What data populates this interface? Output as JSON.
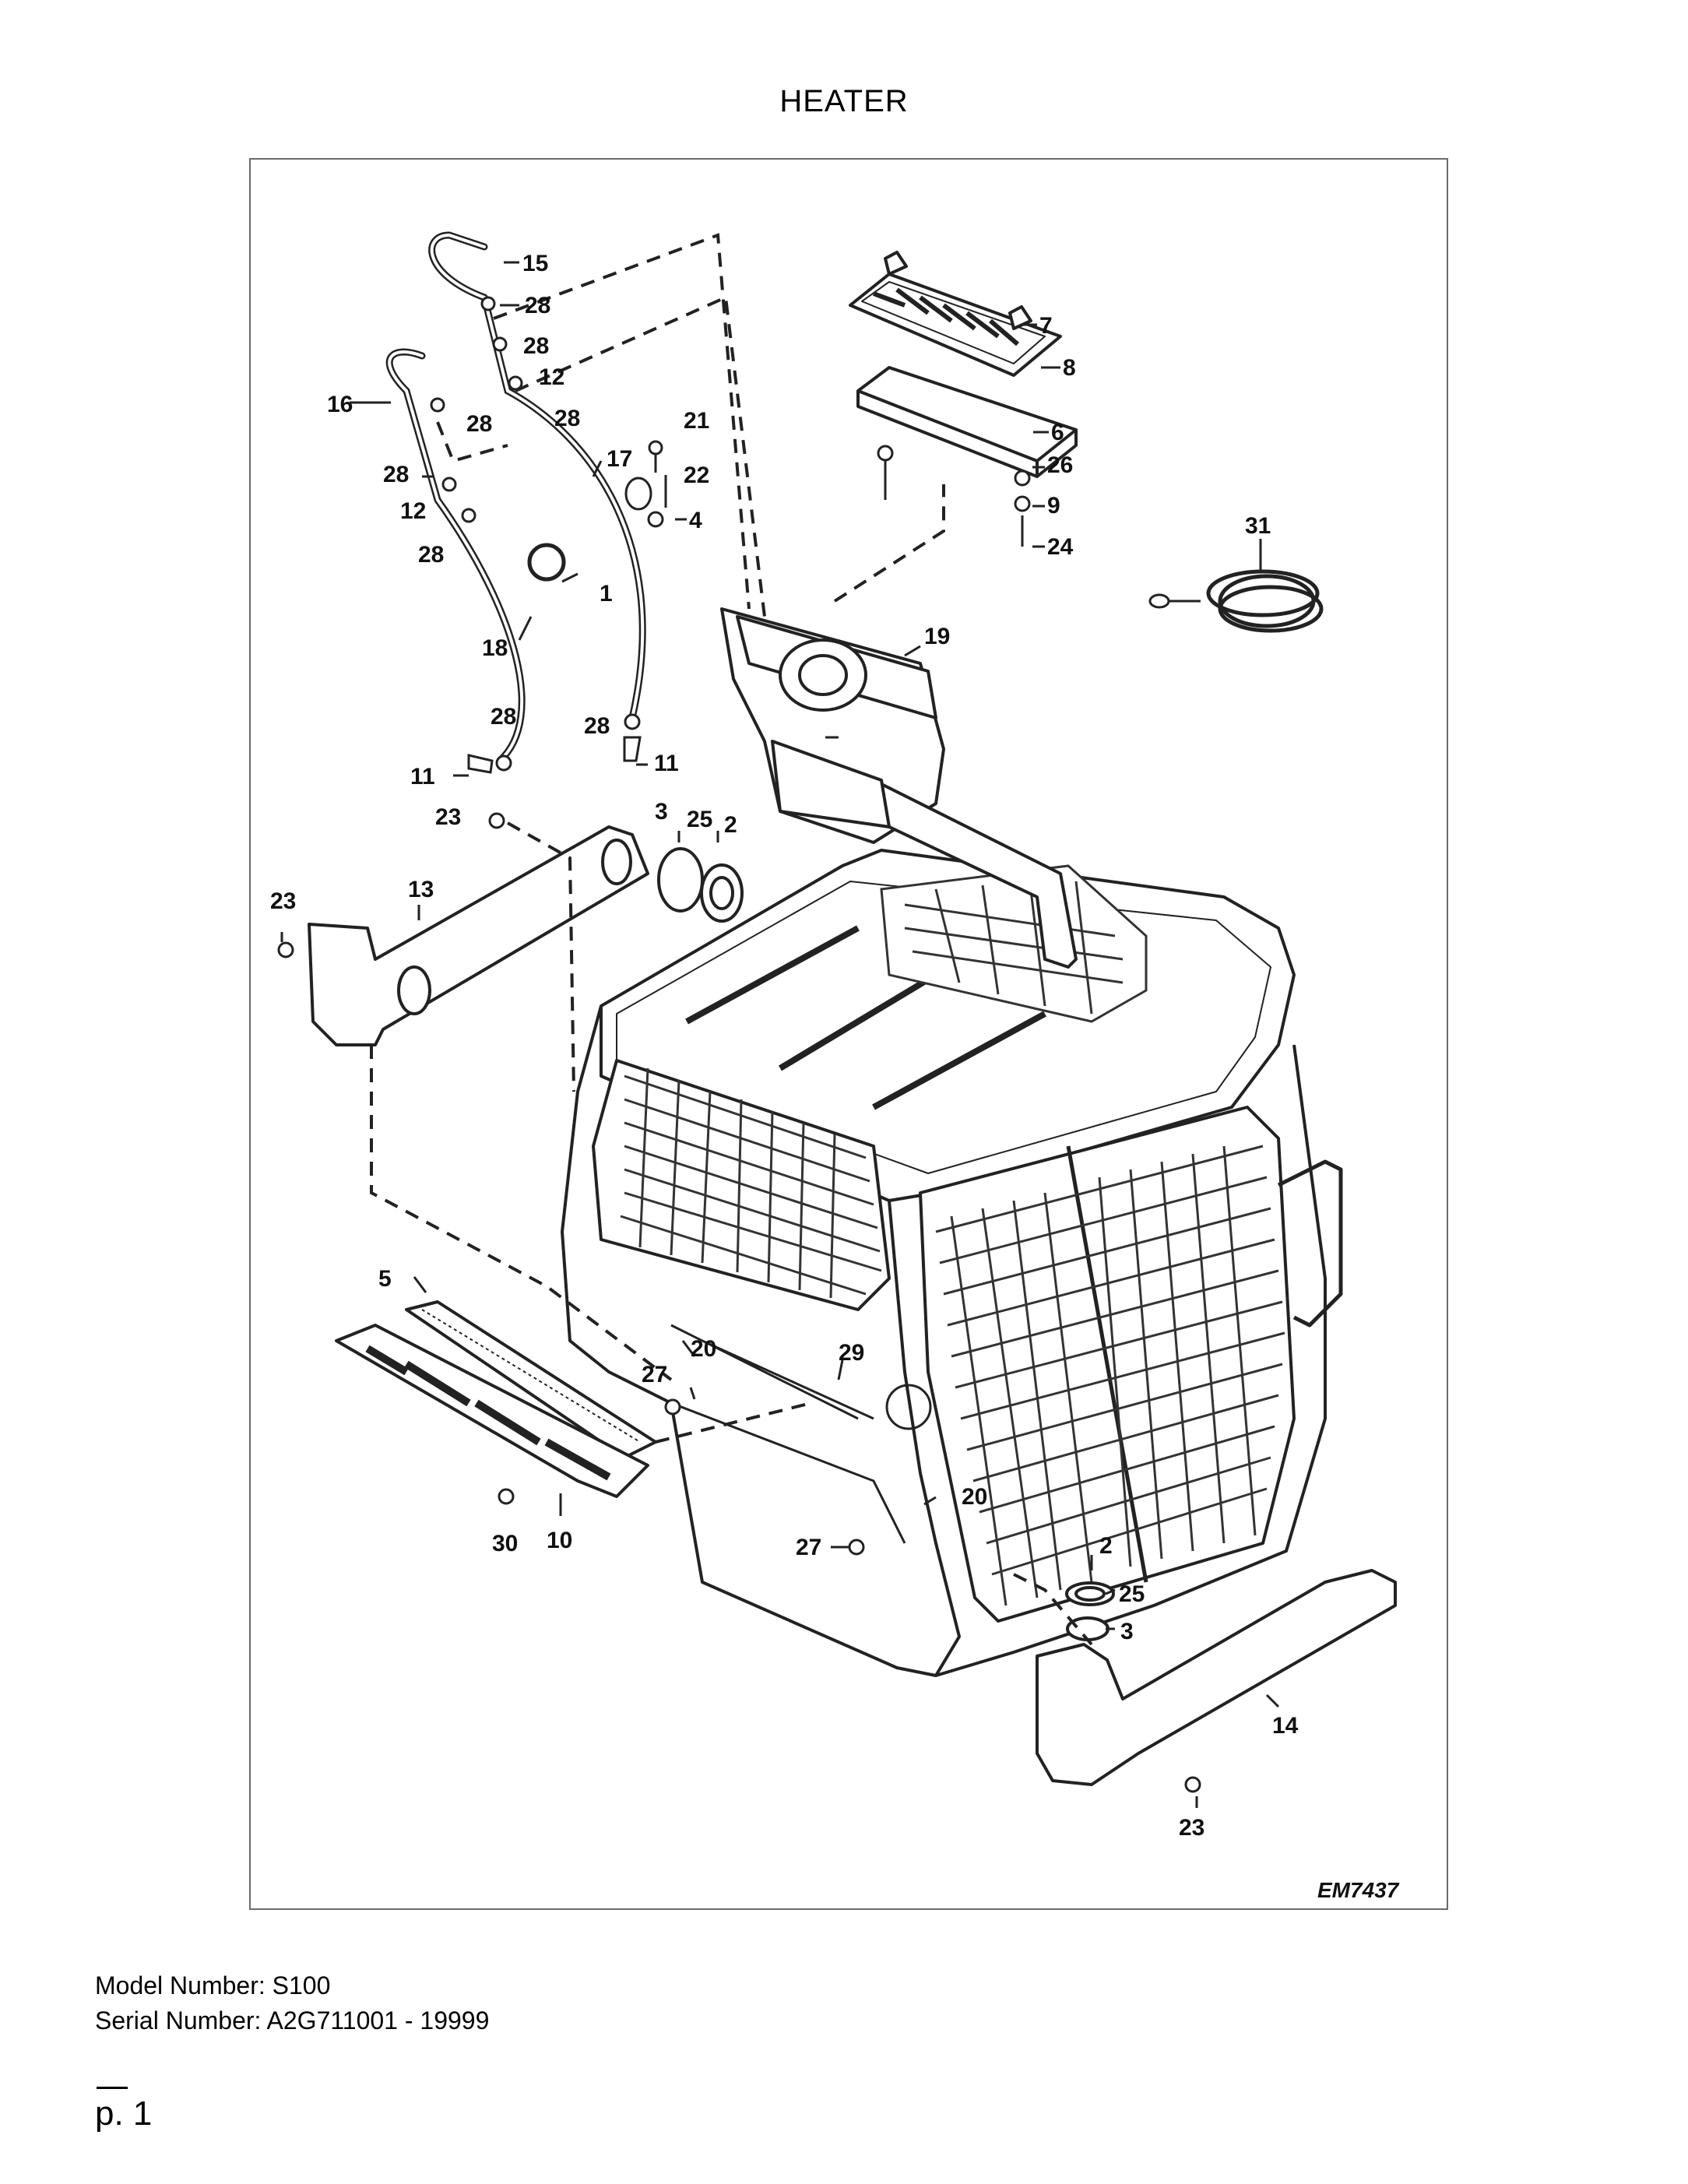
{
  "page": {
    "title": "HEATER",
    "diagram_code": "EM7437",
    "model_label": "Model Number: S100",
    "serial_label": "Serial Number: A2G711001 - 19999",
    "page_number": "p. 1"
  },
  "callouts": [
    "1",
    "2",
    "2",
    "3",
    "3",
    "4",
    "5",
    "6",
    "7",
    "8",
    "9",
    "10",
    "11",
    "11",
    "12",
    "12",
    "13",
    "14",
    "15",
    "16",
    "17",
    "18",
    "19",
    "20",
    "20",
    "21",
    "22",
    "23",
    "23",
    "23",
    "24",
    "25",
    "25",
    "26",
    "27",
    "27",
    "28",
    "28",
    "28",
    "28",
    "28",
    "28",
    "28",
    "28",
    "29",
    "30",
    "31"
  ]
}
